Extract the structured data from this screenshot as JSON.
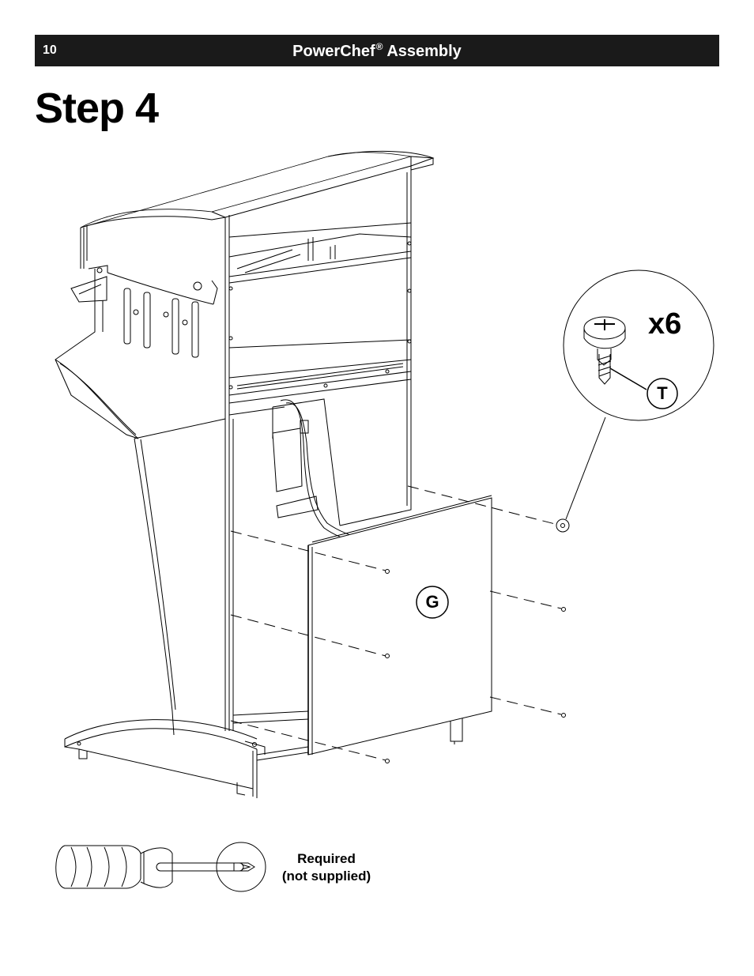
{
  "header": {
    "page_number": "10",
    "title": "PowerChef",
    "trademark": "®",
    "title_suffix": "Assembly"
  },
  "step": {
    "title": "Step 4"
  },
  "callouts": {
    "quantity": "x6",
    "part_screw": "T",
    "part_panel": "G"
  },
  "tool_note": {
    "line1": "Required",
    "line2": "(not supplied)"
  },
  "icons": [
    "screw-icon",
    "screwdriver-icon",
    "power-cord-icon"
  ],
  "colors": {
    "header_bg": "#1a1a1a",
    "header_text": "#ffffff",
    "line": "#000000"
  }
}
